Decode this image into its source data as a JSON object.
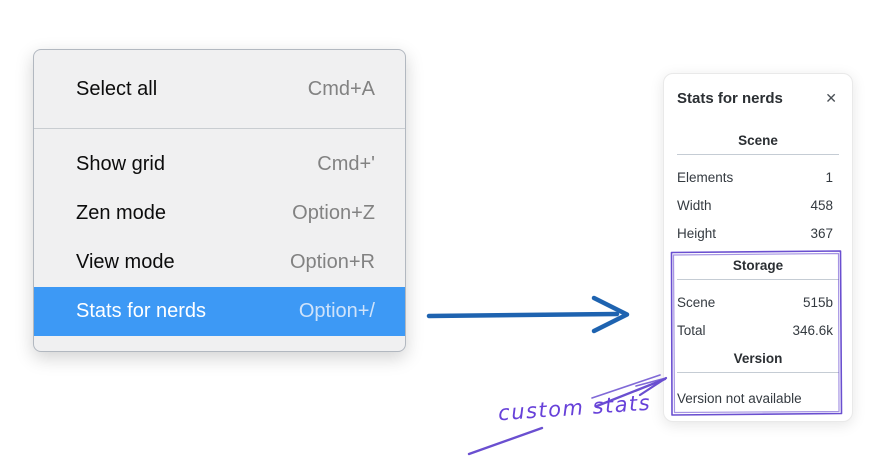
{
  "menu": {
    "items": [
      {
        "label": "Select all",
        "shortcut": "Cmd+A"
      },
      {
        "label": "Show grid",
        "shortcut": "Cmd+'"
      },
      {
        "label": "Zen mode",
        "shortcut": "Option+Z"
      },
      {
        "label": "View mode",
        "shortcut": "Option+R"
      },
      {
        "label": "Stats for nerds",
        "shortcut": "Option+/",
        "highlighted": true
      }
    ]
  },
  "stats_panel": {
    "title": "Stats for nerds",
    "close_icon": "✕",
    "sections": [
      {
        "header": "Scene",
        "rows": [
          {
            "label": "Elements",
            "value": "1"
          },
          {
            "label": "Width",
            "value": "458"
          },
          {
            "label": "Height",
            "value": "367"
          }
        ]
      },
      {
        "header": "Storage",
        "rows": [
          {
            "label": "Scene",
            "value": "515b"
          },
          {
            "label": "Total",
            "value": "346.6k"
          }
        ]
      },
      {
        "header": "Version",
        "note": "Version not available"
      }
    ]
  },
  "annotation": {
    "label": "custom stats"
  },
  "colors": {
    "menu_background": "#f0f0f1",
    "menu_highlight": "#3d99f5",
    "menu_shortcut_gray": "#828282",
    "panel_text": "#343a40",
    "divider_gray": "#c5ccd4",
    "arrow_blue": "#1e63b0",
    "annotation_purple": "#6a4fd0",
    "annotation_text_purple": "#6741d9"
  }
}
